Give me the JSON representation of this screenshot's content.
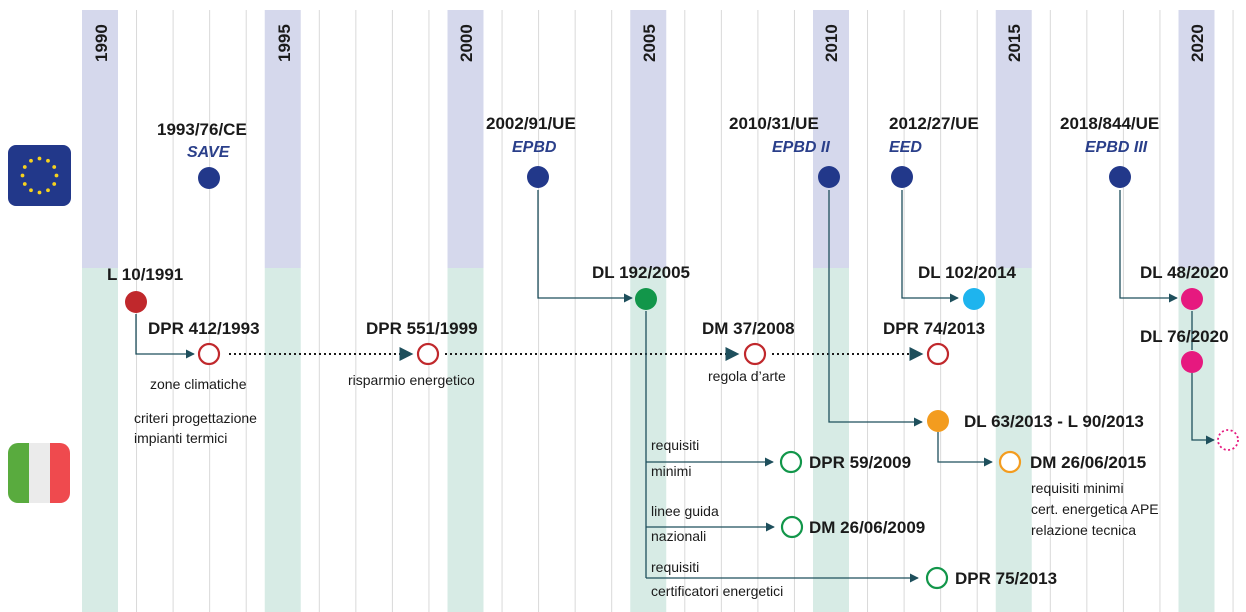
{
  "timeline": {
    "years": [
      "1990",
      "1995",
      "2000",
      "2005",
      "2010",
      "2015",
      "2020"
    ]
  },
  "flags": {
    "eu": "eu-flag-icon",
    "it": "italy-flag-icon"
  },
  "colors": {
    "eu_band": "#d5d8ec",
    "it_band": "#d7ebe5",
    "eu_dot": "#22388a",
    "red": "#c0282c",
    "green": "#12964a",
    "sky": "#1eb4ee",
    "magenta": "#e6197f",
    "orange": "#f39c1f",
    "arrow": "#1e4f5c"
  },
  "eu_directives": [
    {
      "code": "1993/76/CE",
      "name": "SAVE"
    },
    {
      "code": "2002/91/UE",
      "name": "EPBD"
    },
    {
      "code": "2010/31/UE",
      "name": "EPBD II"
    },
    {
      "code": "2012/27/UE",
      "name": "EED"
    },
    {
      "code": "2018/844/UE",
      "name": "EPBD III"
    }
  ],
  "it_laws": {
    "l10": "L 10/1991",
    "dpr412": "DPR 412/1993",
    "dpr412_note1": "zone climatiche",
    "dpr412_note2": "criteri progettazione",
    "dpr412_note3": "impianti termici",
    "dpr551": "DPR 551/1999",
    "dpr551_note": "risparmio energetico",
    "dl192": "DL 192/2005",
    "dm37": "DM 37/2008",
    "dm37_note": "regola d’arte",
    "dpr74": "DPR 74/2013",
    "dl102": "DL 102/2014",
    "dl48": "DL 48/2020",
    "dl76": "DL 76/2020",
    "dl63": "DL 63/2013 - L 90/2013",
    "dpr59": "DPR 59/2009",
    "dm2009": "DM 26/06/2009",
    "dpr75": "DPR 75/2013",
    "dm2015": "DM 26/06/2015",
    "dm2015_note1": "requisiti minimi",
    "dm2015_note2": "cert. energetica APE",
    "dm2015_note3": "relazione tecnica"
  },
  "branch_labels": {
    "b1_l1": "requisiti",
    "b1_l2": "minimi",
    "b2_l1": "linee guida",
    "b2_l2": "nazionali",
    "b3_l1": "requisiti",
    "b3_l2": "certificatori energetici"
  }
}
